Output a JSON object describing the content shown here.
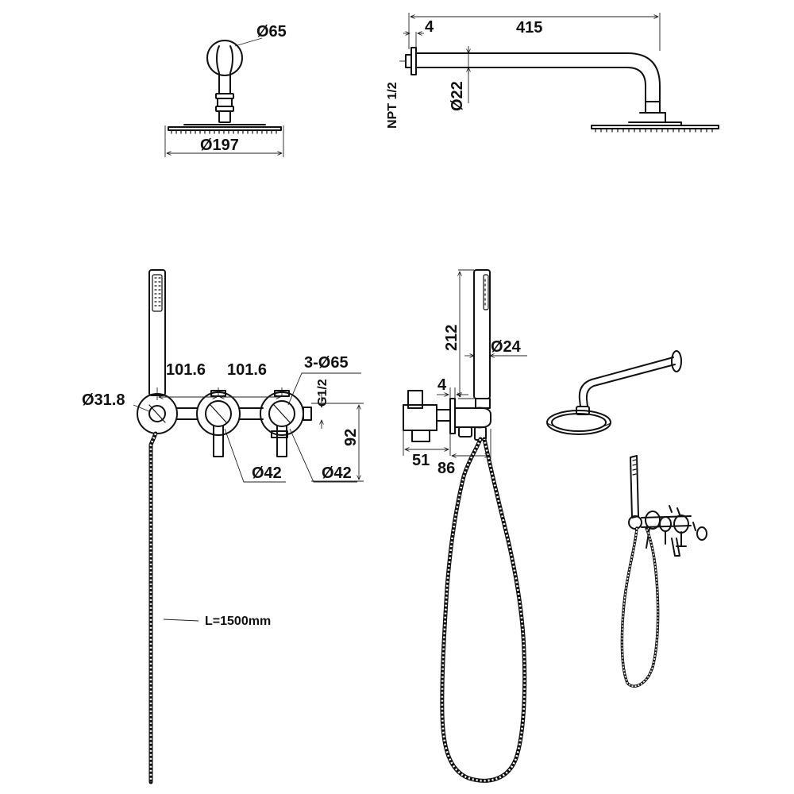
{
  "dimensions": {
    "arm_flange_diameter": "Ø65",
    "head_diameter": "Ø197",
    "arm_flange_thickness": "4",
    "arm_length": "415",
    "arm_thread": "NPT 1/2",
    "arm_diameter": "Ø22",
    "handle_spacing_left": "101.6",
    "handle_spacing_right": "101.6",
    "flange_count_diameter": "3-Ø65",
    "outlet_thread": "G1/2",
    "wall_elbow_diameter": "Ø31.8",
    "mixer_height": "92",
    "lever_diameter_left": "Ø42",
    "lever_diameter_right": "Ø42",
    "hose_length": "L=1500mm",
    "handshower_length": "212",
    "handshower_diameter": "Ø24",
    "plate_thickness": "4",
    "body_depth": "51",
    "total_depth": "86"
  }
}
